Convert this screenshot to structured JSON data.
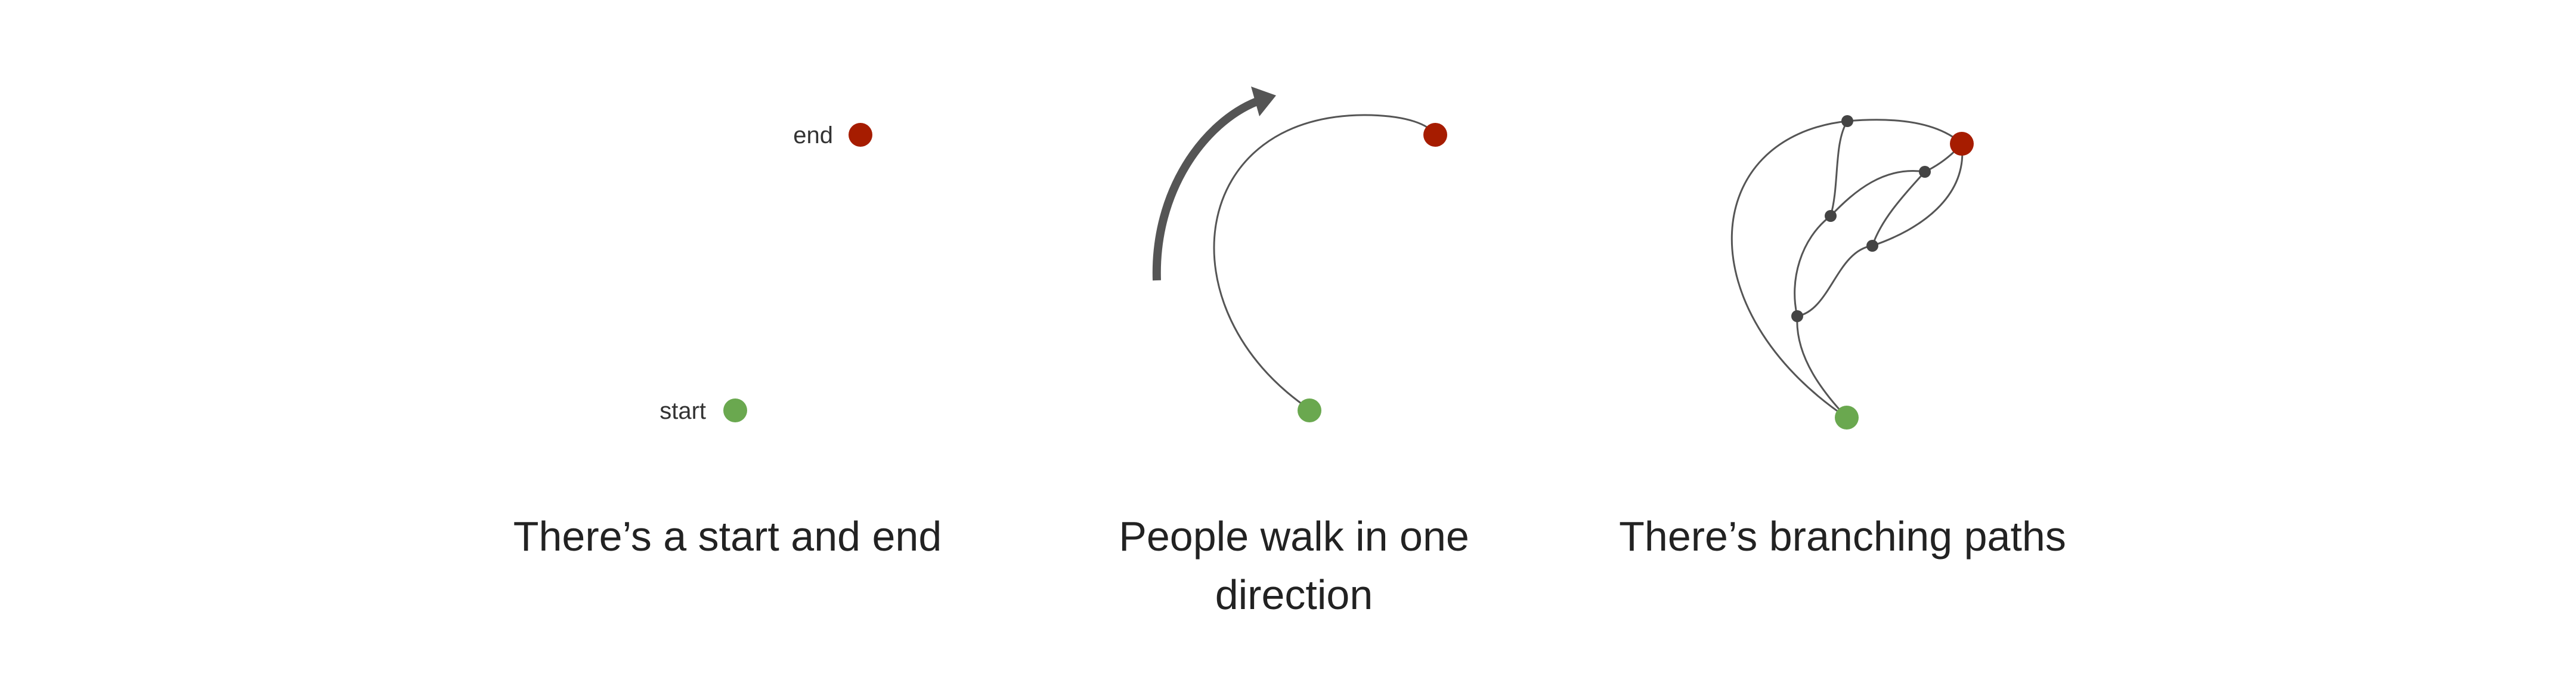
{
  "panels": [
    {
      "caption": "There’s a start and end",
      "start_label": "start",
      "end_label": "end"
    },
    {
      "caption": "People walk in one direction"
    },
    {
      "caption": "There’s branching paths"
    }
  ],
  "colors": {
    "start": "#6aa84f",
    "end": "#a61c00",
    "line": "#555555",
    "node": "#444444",
    "arrow": "#555555",
    "caption": "#222222"
  }
}
